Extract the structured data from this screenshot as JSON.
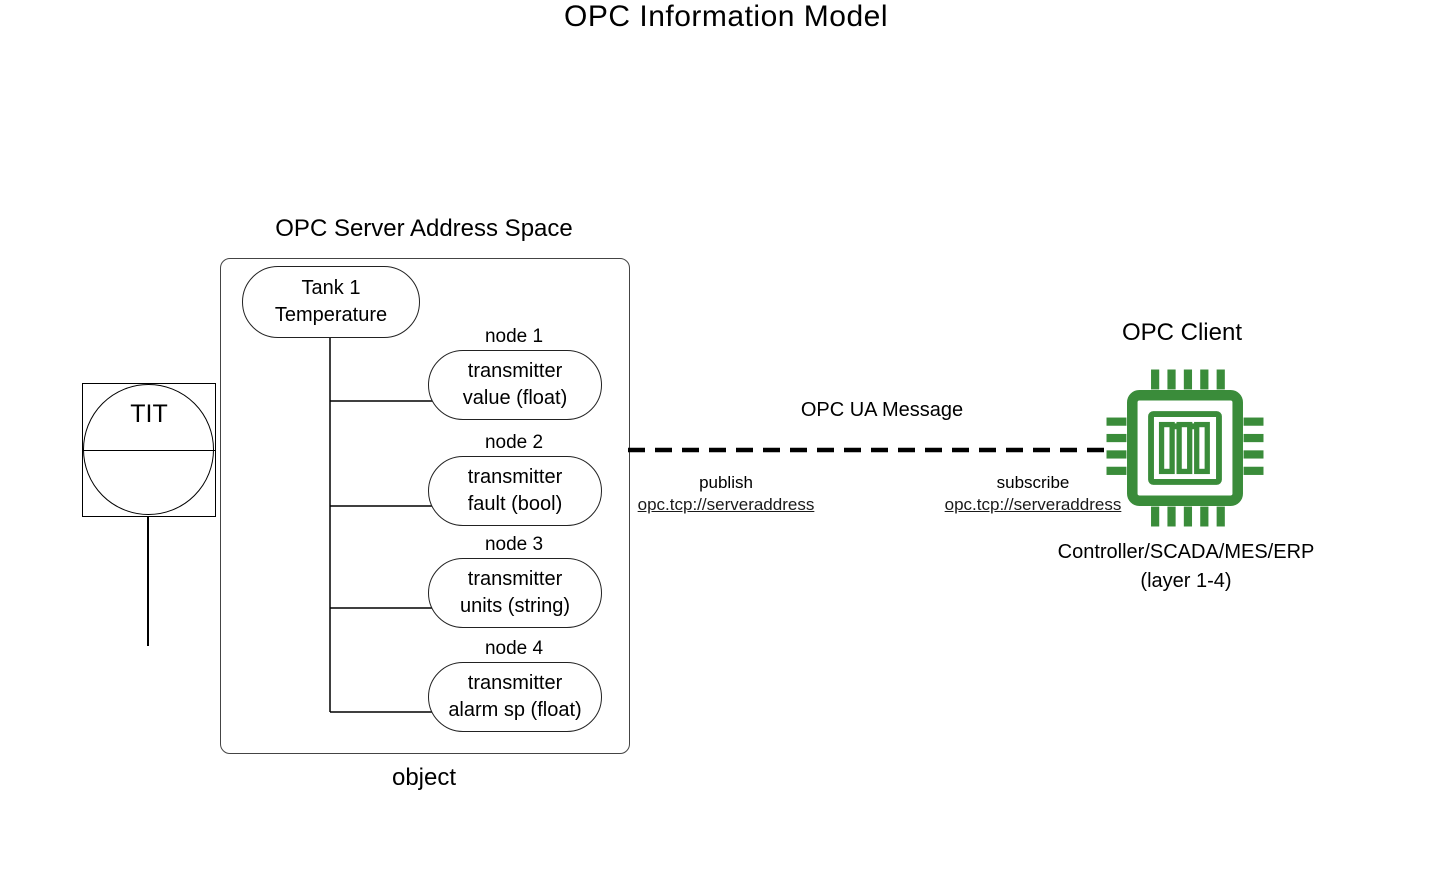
{
  "title": "OPC Information Model",
  "colors": {
    "chip_green": "#3a8c3a",
    "line_black": "#000000"
  },
  "instrument": {
    "label": "TIT"
  },
  "server": {
    "heading": "OPC Server Address Space",
    "root": {
      "line1": "Tank 1",
      "line2": "Temperature"
    },
    "nodes": [
      {
        "label": "node 1",
        "line1": "transmitter",
        "line2": "value (float)"
      },
      {
        "label": "node 2",
        "line1": "transmitter",
        "line2": "fault (bool)"
      },
      {
        "label": "node 3",
        "line1": "transmitter",
        "line2": "units (string)"
      },
      {
        "label": "node 4",
        "line1": "transmitter",
        "line2": "alarm sp (float)"
      }
    ],
    "caption": "object"
  },
  "message": {
    "label": "OPC UA Message",
    "publish": {
      "label": "publish",
      "address": "opc.tcp://serveraddress"
    },
    "subscribe": {
      "label": "subscribe",
      "address": "opc.tcp://serveraddress"
    }
  },
  "client": {
    "heading": "OPC Client",
    "icon": "chip-icon",
    "caption_line1": "Controller/SCADA/MES/ERP",
    "caption_line2": "(layer 1-4)"
  }
}
